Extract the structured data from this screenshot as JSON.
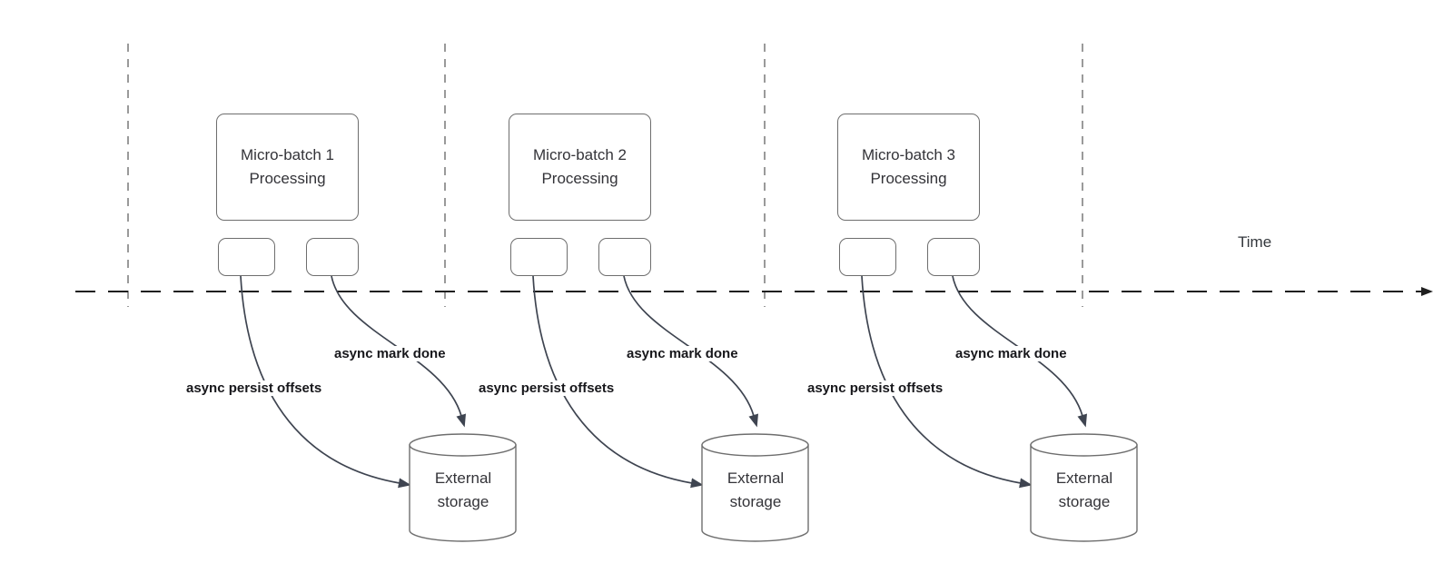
{
  "diagram": {
    "title_hint": "Micro-batch processing timeline with async offset persistence",
    "time_axis_label": "Time",
    "colors": {
      "edge_stroke": "#3e4450",
      "timeline_stroke": "#1f1f1f",
      "interval_guide_stroke": "#9a9a9a",
      "shape_border": "#6e6e6e",
      "label_text": "#17171b",
      "shape_text": "#333338"
    },
    "sections": [
      {
        "processing_title": "Micro-batch 1",
        "processing_subtitle": "Processing",
        "persist_arrow_label": "async persist offsets",
        "mark_done_arrow_label": "async mark done",
        "storage_title": "External",
        "storage_subtitle": "storage"
      },
      {
        "processing_title": "Micro-batch 2",
        "processing_subtitle": "Processing",
        "persist_arrow_label": "async persist offsets",
        "mark_done_arrow_label": "async mark done",
        "storage_title": "External",
        "storage_subtitle": "storage"
      },
      {
        "processing_title": "Micro-batch 3",
        "processing_subtitle": "Processing",
        "persist_arrow_label": "async persist offsets",
        "mark_done_arrow_label": "async mark done",
        "storage_title": "External",
        "storage_subtitle": "storage"
      }
    ]
  }
}
